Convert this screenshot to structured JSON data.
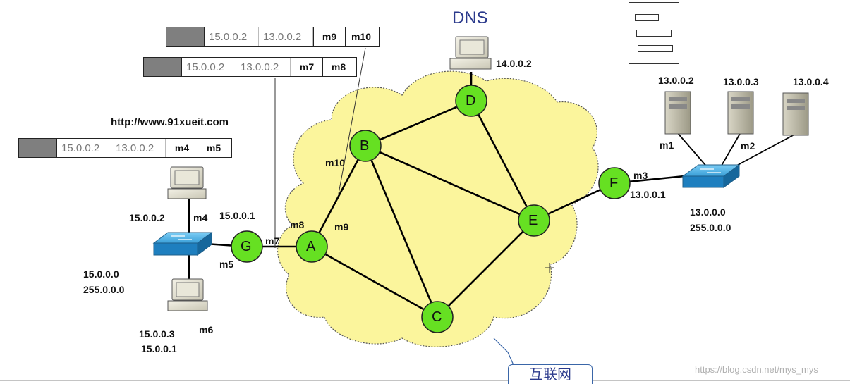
{
  "cloud_label": "互联网",
  "dns": {
    "title": "DNS",
    "ip": "14.0.0.2"
  },
  "url": "http://www.91xueit.com",
  "routers": [
    "A",
    "B",
    "C",
    "D",
    "E",
    "F",
    "G"
  ],
  "headers": [
    {
      "src": "15.0.0.2",
      "dst": "13.0.0.2",
      "mac1": "m9",
      "mac2": "m10"
    },
    {
      "src": "15.0.0.2",
      "dst": "13.0.0.2",
      "mac1": "m7",
      "mac2": "m8"
    },
    {
      "src": "15.0.0.2",
      "dst": "13.0.0.2",
      "mac1": "m4",
      "mac2": "m5"
    }
  ],
  "left_net": {
    "pc1_ip": "15.0.0.2",
    "pc1_mac": "m4",
    "gw_ip": "15.0.0.1",
    "gw_mac": "m5",
    "network": "15.0.0.0",
    "mask": "255.0.0.0",
    "pc2_ip": "15.0.0.3",
    "pc2_gw": "15.0.0.1",
    "pc2_mac": "m6"
  },
  "router_ports": {
    "g_to_a": "m7",
    "a_in": "m8",
    "a_out": "m9",
    "b_port": "m10"
  },
  "right_net": {
    "f_mac": "m3",
    "f_ip": "13.0.0.1",
    "s1_ip": "13.0.0.2",
    "s1_mac": "m1",
    "s2_ip": "13.0.0.3",
    "s2_mac": "m2",
    "s3_ip": "13.0.0.4",
    "network": "13.0.0.0",
    "mask": "255.0.0.0"
  },
  "watermark": "https://blog.csdn.net/mys_mys",
  "colors": {
    "router_fill": "#66e022",
    "cloud_fill": "#fbf59c",
    "switch_fill": "#2b9ad6",
    "dns_blue": "#2b3a8c"
  }
}
